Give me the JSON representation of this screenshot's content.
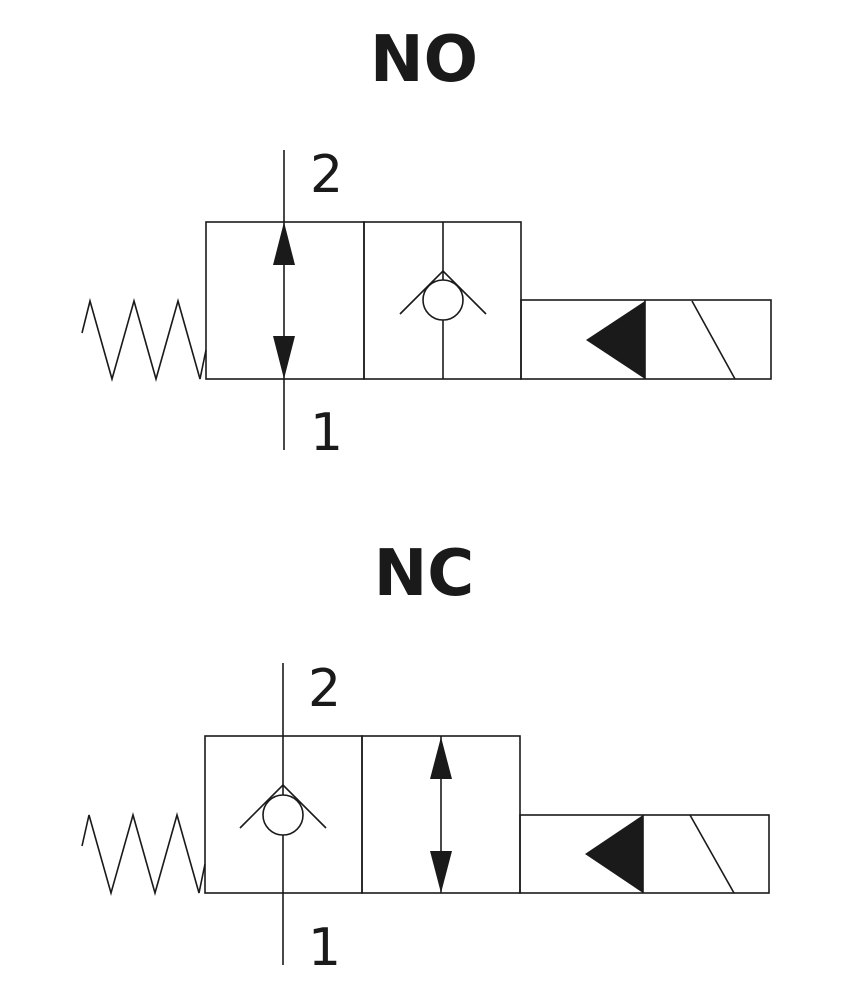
{
  "diagrams": [
    {
      "id": "normally-open",
      "title": "NO",
      "port_top": "2",
      "port_bottom": "1",
      "left_envelope": "flow-arrow",
      "right_envelope": "check-valve"
    },
    {
      "id": "normally-closed",
      "title": "NC",
      "port_top": "2",
      "port_bottom": "1",
      "left_envelope": "check-valve",
      "right_envelope": "flow-arrow"
    }
  ],
  "colors": {
    "line": "#1a1a1a",
    "background": "#ffffff"
  },
  "symbols": [
    "spring-icon",
    "solenoid-icon",
    "check-valve-icon",
    "bidirectional-arrow-icon"
  ]
}
